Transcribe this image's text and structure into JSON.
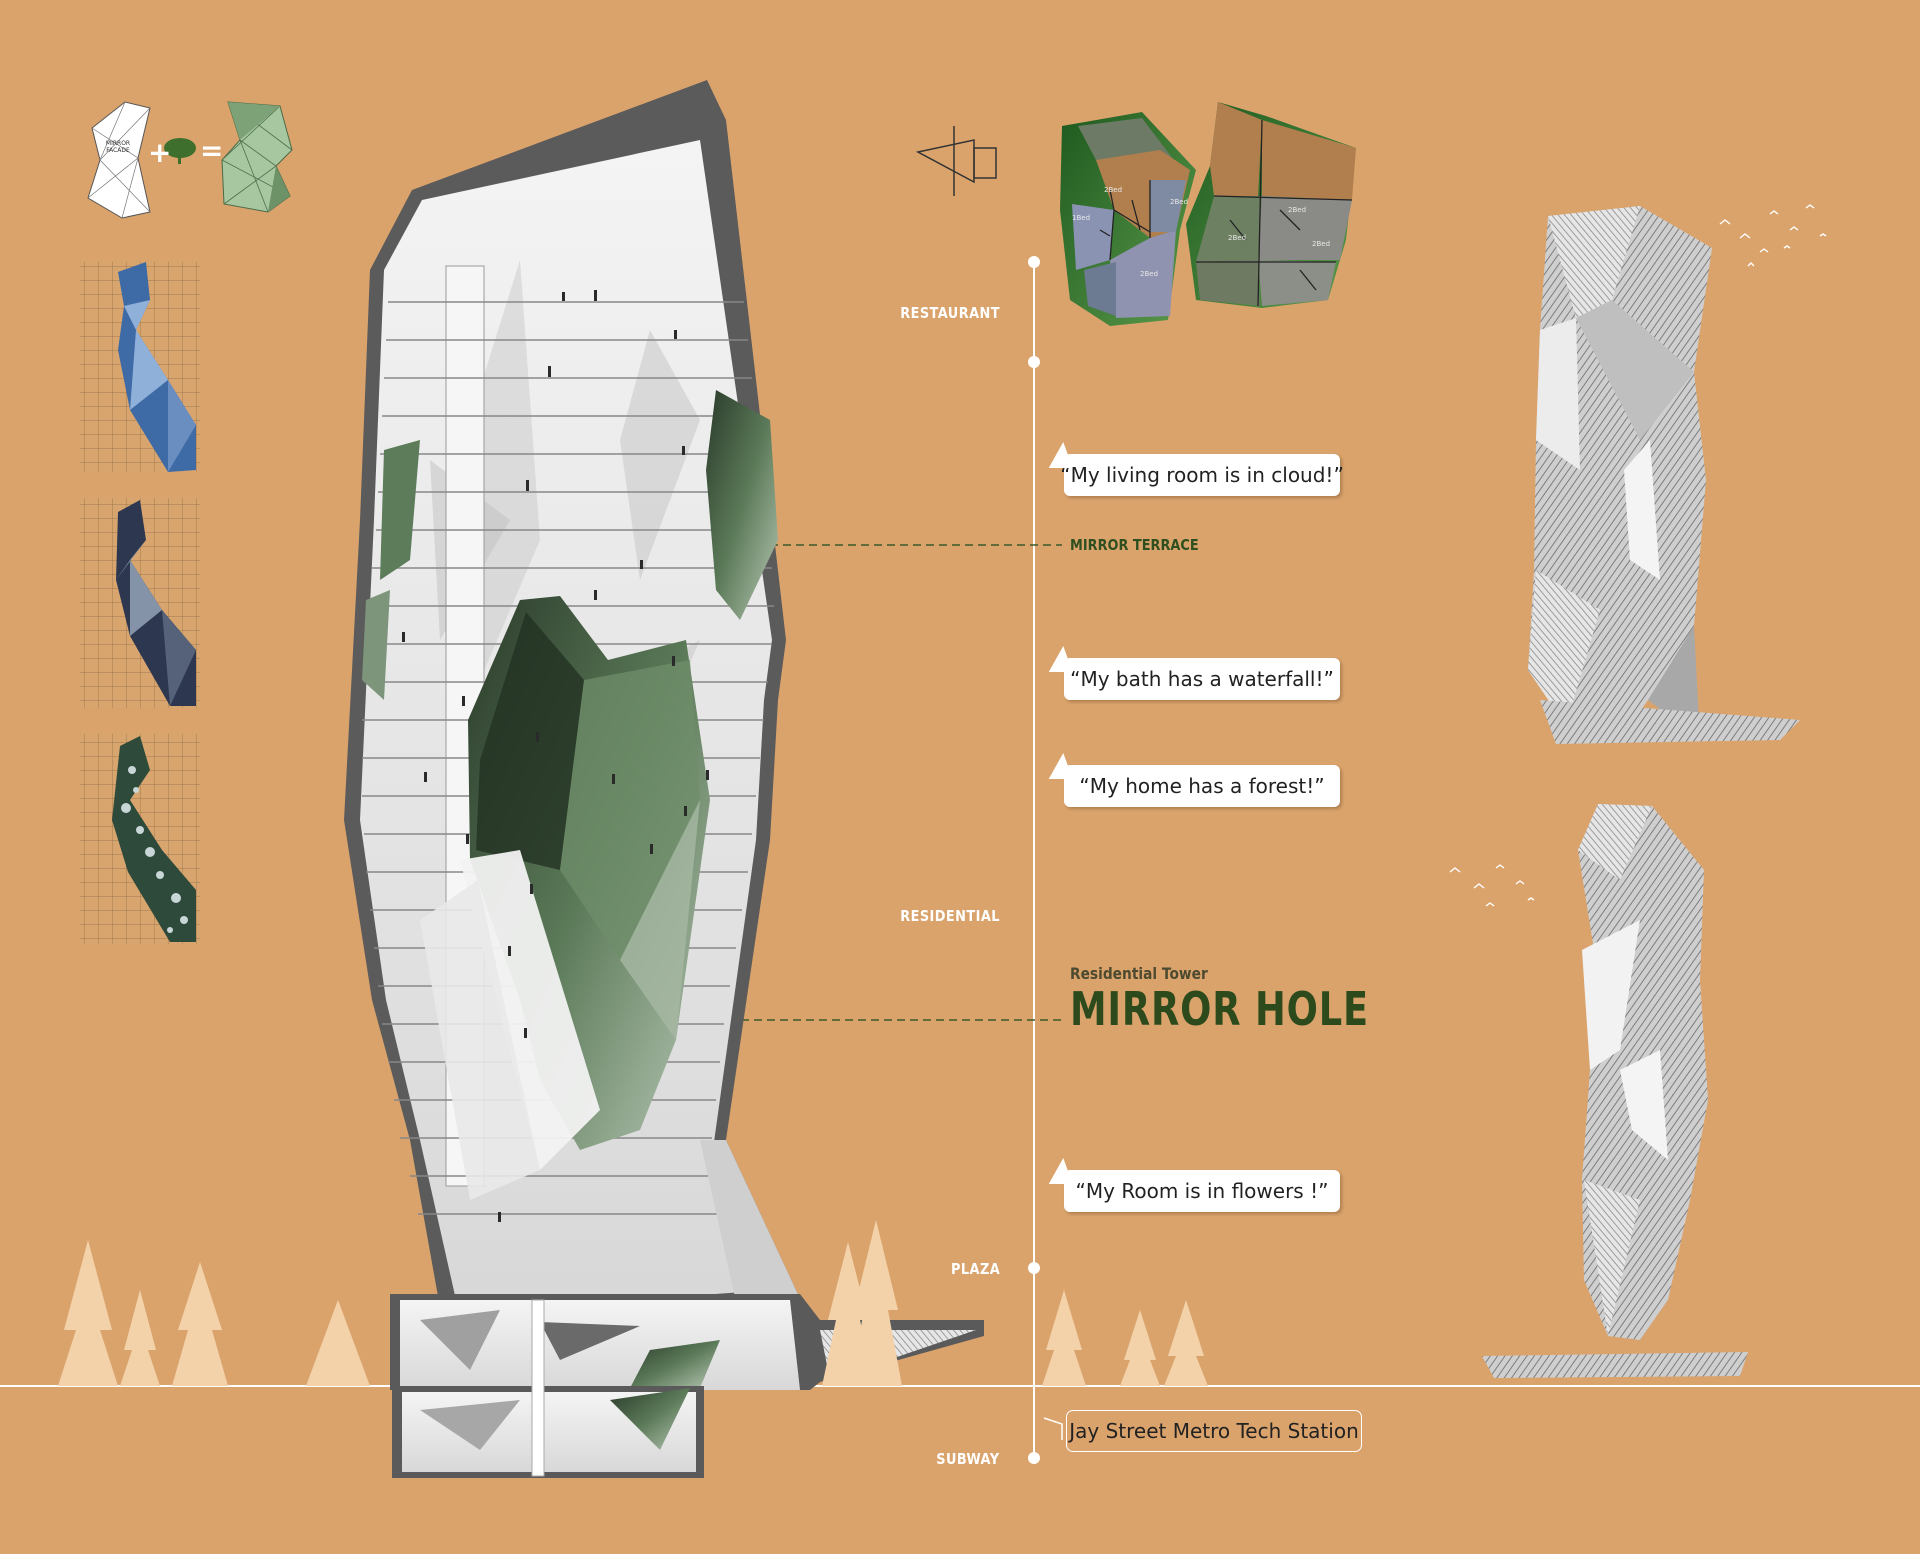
{
  "timeline": {
    "restaurant": "RESTAURANT",
    "residential": "RESIDENTIAL",
    "plaza": "PLAZA",
    "subway": "SUBWAY"
  },
  "callouts": {
    "mirror_terrace": "MIRROR TERRACE",
    "tower_subtitle": "Residential Tower",
    "tower_title": "MIRROR HOLE"
  },
  "quotes": [
    "“My living room is in cloud!”",
    "“My bath has a waterfall!”",
    "“My home has a forest!”",
    "“My Room is in flowers !”"
  ],
  "station": "Jay Street Metro Tech Station",
  "diagram": {
    "facade_label": "MIRROR FACADE",
    "plus": "+",
    "equals": "="
  },
  "plan_units": [
    "2Bed",
    "2Bed",
    "1Bed",
    "2Bed",
    "2Bed",
    "2Bed",
    "2Bed"
  ],
  "colors": {
    "background": "#dba36c",
    "accent_green": "#2c4a1c",
    "tree": "#f3d2aa"
  }
}
